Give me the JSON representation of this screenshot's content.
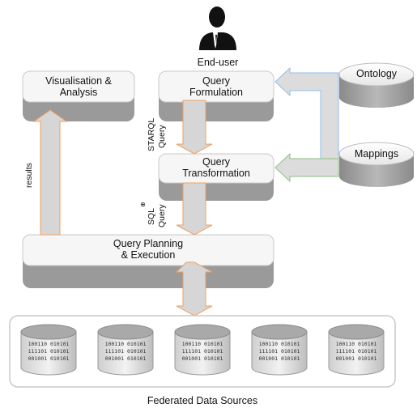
{
  "end_user": {
    "label": "End-user",
    "icon": "user-icon"
  },
  "components": {
    "visualisation": {
      "line1": "Visualisation &",
      "line2": "Analysis"
    },
    "query_formulation": {
      "line1": "Query",
      "line2": "Formulation"
    },
    "query_transformation": {
      "line1": "Query",
      "line2": "Transformation"
    },
    "query_planning": {
      "line1": "Query Planning",
      "line2": "& Execution"
    }
  },
  "side_inputs": {
    "ontology": "Ontology",
    "mappings": "Mappings"
  },
  "flow_labels": {
    "starql": "STARQL",
    "starql_sub": "Query",
    "sql": "SQL",
    "sql_sup": "⊕",
    "sql_sub": "Query",
    "results": "results"
  },
  "data_sources": {
    "label": "Federated Data Sources",
    "count": 5,
    "binary_lines": [
      "100110",
      "010101",
      "111101",
      "010101",
      "001001"
    ]
  },
  "colors": {
    "box_fill": "#f6f6f6",
    "box_shadow": "#9a9a9a",
    "arrow_fill": "#d6d6d6",
    "arrow_border": "#f0a060",
    "ontology_arrow_border": "#8fbfe8",
    "mappings_arrow_border": "#8cc080"
  }
}
